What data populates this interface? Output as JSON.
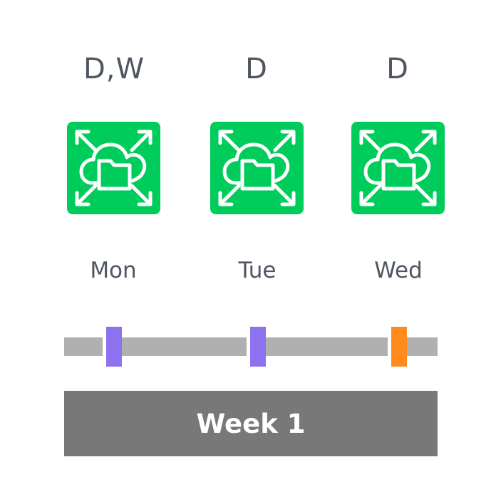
{
  "columns": [
    {
      "code": "D,W",
      "day": "Mon",
      "icon": "cloud-folder-expand-icon",
      "marker_color": "#8c72ee"
    },
    {
      "code": "D",
      "day": "Tue",
      "icon": "cloud-folder-expand-icon",
      "marker_color": "#8c72ee"
    },
    {
      "code": "D",
      "day": "Wed",
      "icon": "cloud-folder-expand-icon",
      "marker_color": "#ff8a1e"
    }
  ],
  "timeline": {
    "label": "Week 1"
  },
  "colors": {
    "tile": "#00cc5b",
    "track": "#b0b0b0",
    "week_bar": "#787878",
    "text": "#4f5661"
  }
}
